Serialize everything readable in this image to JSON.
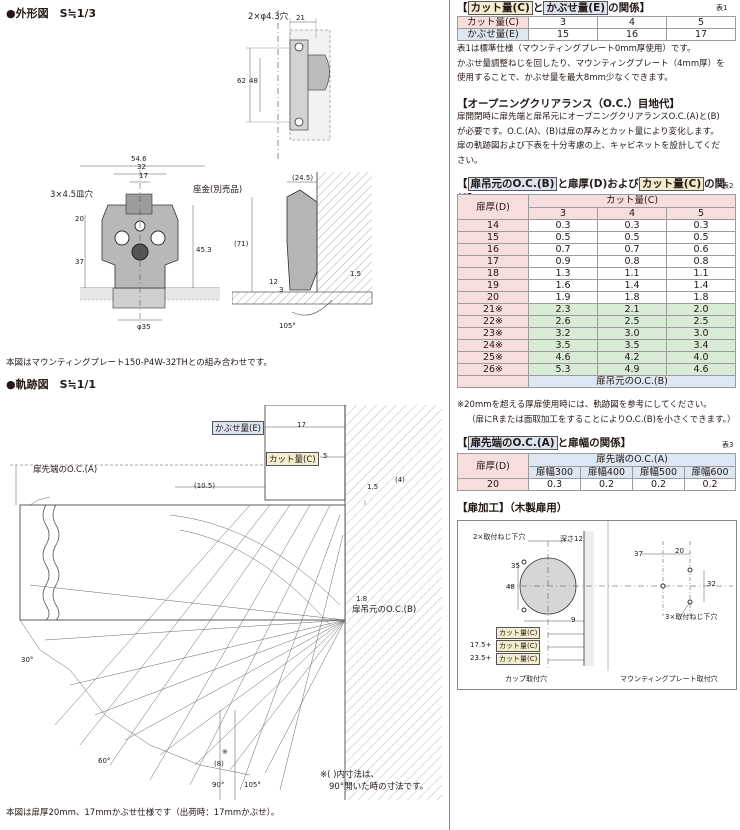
{
  "left": {
    "outline_title": "●外形図　S≒1/3",
    "outline_caption": "本図はマウンティングプレート150-P4W-32THとの組み合わせです。",
    "trajectory_title": "●軌跡図　S≒1/1",
    "trajectory_caption": "本図は扉厚20mm、17mmかぶせ仕様です（出荷時：17mmかぶせ）。",
    "dims_top": {
      "holes": "2×φ4.3穴",
      "d21": "21",
      "d62": "62",
      "d48": "48"
    },
    "dims_front": {
      "d546": "54.6",
      "d32": "32",
      "d17": "17",
      "screw": "3×4.5皿穴",
      "seat": "座金(別売品)",
      "d20": "20",
      "d453": "45.3",
      "d37": "37",
      "phi35": "φ35"
    },
    "dims_side": {
      "d245": "(24.5)",
      "d71": "(71)",
      "d12": "12",
      "d3": "3",
      "d15": "1.5",
      "a105": "105°"
    },
    "traj": {
      "overlay": "かぶせ量(E)",
      "cut": "カット量(C)",
      "d17": "17",
      "d5": "5",
      "d105": "(10.5)",
      "d4": "(4)",
      "d15": "1.5",
      "d18": "1.8",
      "door_oc": "扉先端のO.C.(A)",
      "frame_oc": "扉吊元のO.C.(B)",
      "a30": "30°",
      "a60": "60°",
      "a90": "90°",
      "a105": "105°",
      "d8": "(8)",
      "mark": "※",
      "paren_note_1": "※(   )内寸法は、",
      "paren_note_2": "90°開いた時の寸法です。"
    }
  },
  "table1": {
    "title_a": "カット量(C)",
    "title_mid": "と",
    "title_b": "かぶせ量(E)",
    "title_tail": "の関係",
    "label": "表1",
    "row1_head": "カット量(C)",
    "row1": [
      "3",
      "4",
      "5"
    ],
    "row2_head": "かぶせ量(E)",
    "row2": [
      "15",
      "16",
      "17"
    ],
    "notes": [
      "表1は標準仕様（マウンティングプレート0mm厚使用）です。",
      "かぶせ量調整ねじを回したり、マウンティングプレート（4mm厚）を",
      "使用することで、かぶせ量を最大8mm少なくできます。"
    ]
  },
  "clearance": {
    "title": "【オープニングクリアランス（O.C.）目地代】",
    "lines": [
      "扉開閉時に扉先端と扉吊元にオープニングクリアランスO.C.(A)と(B)",
      "が必要です。O.C.(A)、(B)は扉の厚みとカット量により変化します。",
      "扉の軌跡図および下表を十分考慮の上、キャビネットを設計してくだ",
      "さい。"
    ]
  },
  "table2": {
    "title_a": "扉吊元のO.C.(B)",
    "title_mid": "と扉厚(D)および",
    "title_b": "カット量(C)",
    "title_tail": "の関係",
    "label": "表2",
    "head_door": "扉厚(D)",
    "head_cut": "カット量(C)",
    "cols": [
      "3",
      "4",
      "5"
    ],
    "rows": [
      {
        "d": "14",
        "v": [
          "0.3",
          "0.3",
          "0.3"
        ]
      },
      {
        "d": "15",
        "v": [
          "0.5",
          "0.5",
          "0.5"
        ]
      },
      {
        "d": "16",
        "v": [
          "0.7",
          "0.7",
          "0.6"
        ]
      },
      {
        "d": "17",
        "v": [
          "0.9",
          "0.8",
          "0.8"
        ]
      },
      {
        "d": "18",
        "v": [
          "1.3",
          "1.1",
          "1.1"
        ]
      },
      {
        "d": "19",
        "v": [
          "1.6",
          "1.4",
          "1.4"
        ]
      },
      {
        "d": "20",
        "v": [
          "1.9",
          "1.8",
          "1.8"
        ]
      },
      {
        "d": "21※",
        "v": [
          "2.3",
          "2.1",
          "2.0"
        ]
      },
      {
        "d": "22※",
        "v": [
          "2.6",
          "2.5",
          "2.5"
        ]
      },
      {
        "d": "23※",
        "v": [
          "3.2",
          "3.0",
          "3.0"
        ]
      },
      {
        "d": "24※",
        "v": [
          "3.5",
          "3.5",
          "3.4"
        ]
      },
      {
        "d": "25※",
        "v": [
          "4.6",
          "4.2",
          "4.0"
        ]
      },
      {
        "d": "26※",
        "v": [
          "5.3",
          "4.9",
          "4.6"
        ]
      }
    ],
    "foot": "扉吊元のO.C.(B)",
    "notes": [
      "※20mmを超える厚扉使用時には、軌跡図を参考にしてください。",
      "（扉にRまたは面取加工をすることによりO.C.(B)を小さくできます。）"
    ]
  },
  "table3": {
    "title_a": "扉先端のO.C.(A)",
    "title_tail": "と扉幅の関係",
    "label": "表3",
    "head_door": "扉厚(D)",
    "head_oc": "扉先端のO.C.(A)",
    "cols": [
      "扉幅300",
      "扉幅400",
      "扉幅500",
      "扉幅600"
    ],
    "row_d": "20",
    "row": [
      "0.3",
      "0.2",
      "0.2",
      "0.2"
    ]
  },
  "door_proc": {
    "title": "【扉加工】（木製扉用）",
    "holes2": "2×取付ねじ下穴",
    "depth": "深さ12",
    "d35": "35",
    "d48": "48",
    "d9": "9",
    "cut": "カット量(C)",
    "p175": "17.5+",
    "p235": "23.5+",
    "d37": "37",
    "d20": "20",
    "d32": "32",
    "holes3": "3×取付ねじ下穴",
    "cap_cup": "カップ取付穴",
    "cap_plate": "マウンティングプレート取付穴"
  }
}
